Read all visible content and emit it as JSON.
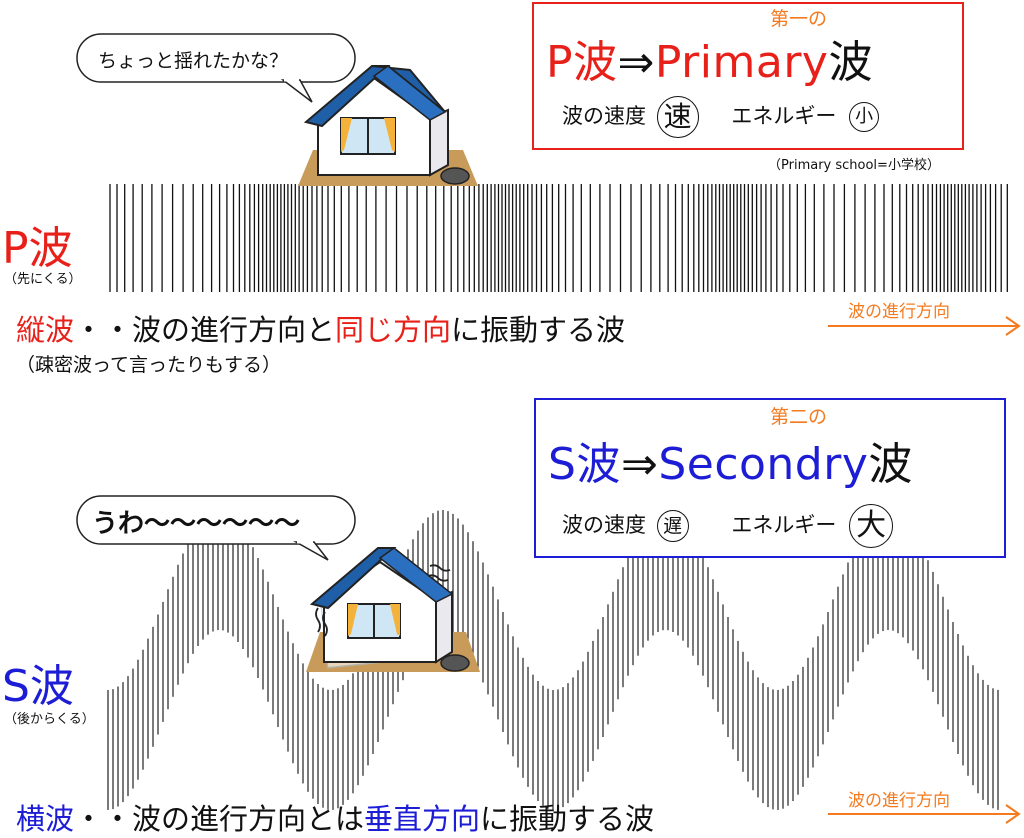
{
  "p_section": {
    "box": {
      "ordinal": "第一の",
      "title_a": "P波",
      "arrow": "⇒",
      "title_b": "Primary",
      "title_c": "波",
      "speed_label": "波の速度",
      "speed_value": "速",
      "energy_label": "エネルギー",
      "energy_value": "小"
    },
    "note": "（Primary school=小学校）",
    "speech": "ちょっと揺れたかな？",
    "wave_label": "P波",
    "wave_sub": "（先にくる）",
    "desc": {
      "part1": "縦波",
      "part2": "・・波の進行方向と",
      "part3": "同じ方向",
      "part4": "に振動する波"
    },
    "desc_paren": "（疎密波って言ったりもする）",
    "direction": "波の進行方向"
  },
  "s_section": {
    "box": {
      "ordinal": "第二の",
      "title_a": "S波",
      "arrow": "⇒",
      "title_b": "Secondry",
      "title_c": "波",
      "speed_label": "波の速度",
      "speed_value": "遅",
      "energy_label": "エネルギー",
      "energy_value": "大"
    },
    "speech": "うわ〜〜〜〜〜〜",
    "wave_label": "S波",
    "wave_sub": "（後からくる）",
    "desc": {
      "part1": "横波",
      "part2": "・・波の進行方向とは",
      "part3": "垂直方向",
      "part4": "に振動する波"
    },
    "direction": "波の進行方向"
  },
  "colors": {
    "p_accent": "#e8201a",
    "s_accent": "#1d1dd6",
    "orange": "#f47a1f",
    "house_roof": "#1f5fa8",
    "ground": "#c89b5a"
  }
}
